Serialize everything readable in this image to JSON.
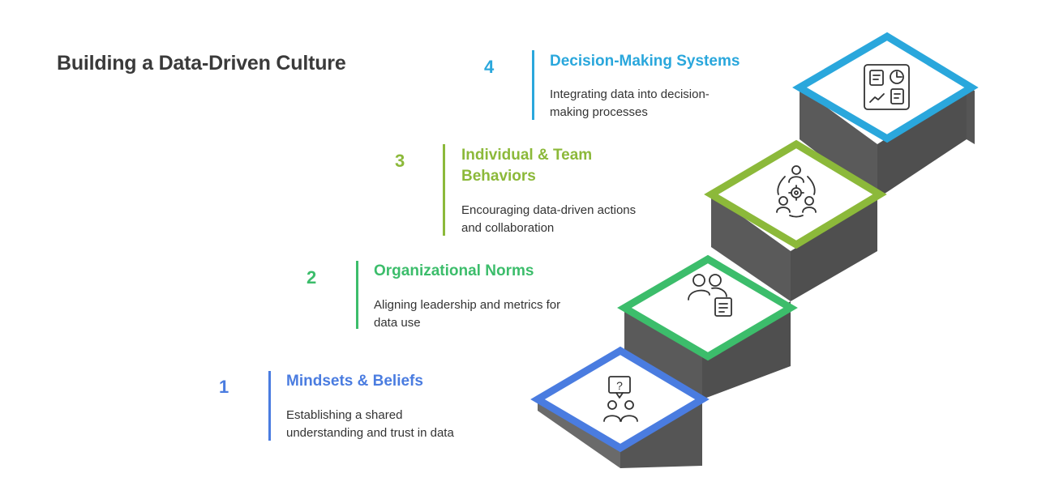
{
  "title": "Building a Data-Driven Culture",
  "steps": [
    {
      "number": "1",
      "heading": "Mindsets & Beliefs",
      "description": [
        "Establishing a shared",
        "understanding and trust in data"
      ],
      "color": "#4a7ce0",
      "icon": "question-people-icon"
    },
    {
      "number": "2",
      "heading": "Organizational Norms",
      "description": [
        "Aligning leadership and metrics for",
        "data use"
      ],
      "color": "#3cbd6b",
      "icon": "people-document-icon"
    },
    {
      "number": "3",
      "heading": [
        "Individual & Team",
        "Behaviors"
      ],
      "description": [
        "Encouraging data-driven actions",
        "and collaboration"
      ],
      "color": "#8cb93a",
      "icon": "team-gear-icon"
    },
    {
      "number": "4",
      "heading": "Decision-Making Systems",
      "description": [
        "Integrating data into decision-",
        "making processes"
      ],
      "color": "#2aa7dc",
      "icon": "dashboard-icon"
    }
  ],
  "colors": {
    "title": "#3a3a3a",
    "stair_dark": "#5e5e5e",
    "stair_light": "#8a8a8a"
  }
}
